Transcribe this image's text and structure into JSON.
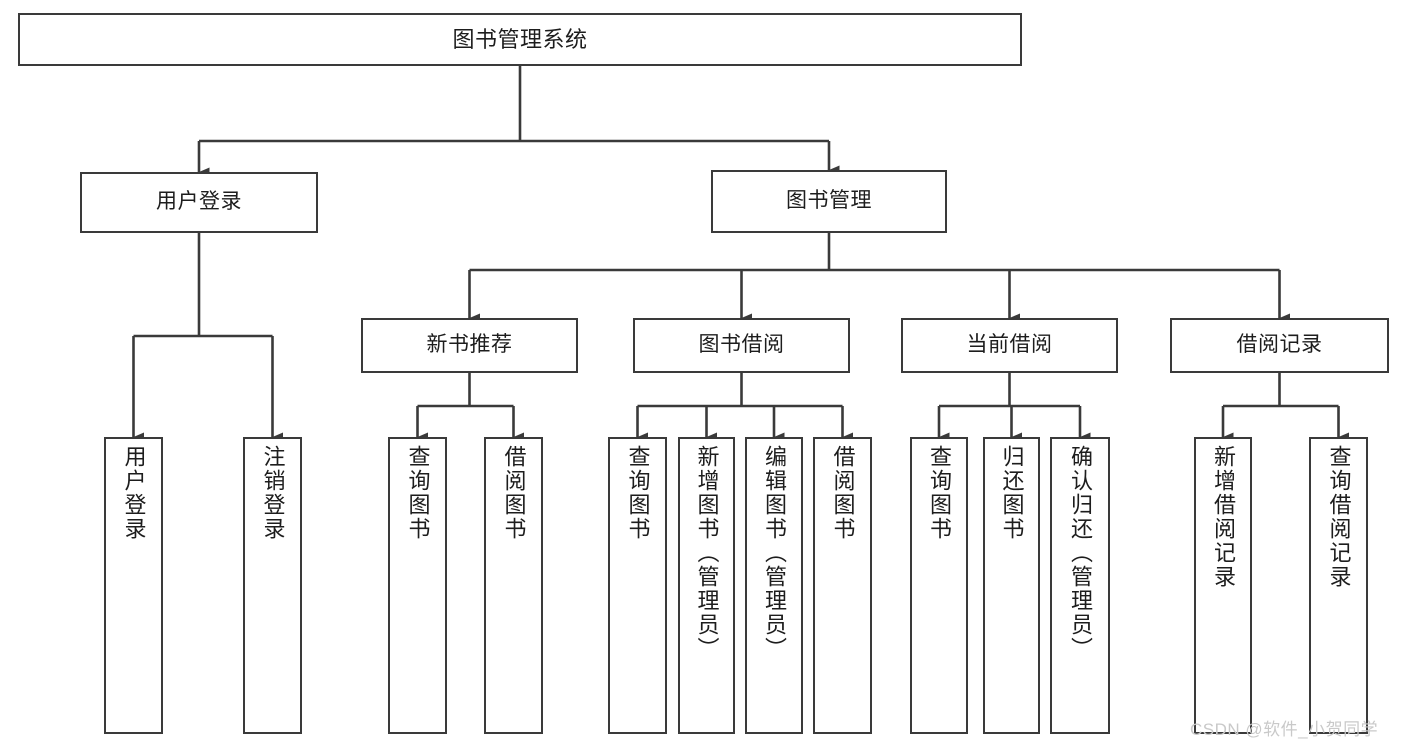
{
  "diagram": {
    "title": "图书管理系统",
    "type": "hierarchy-tree",
    "line_color": "#3a3a3a",
    "box_fill": "#ffffff",
    "text_color": "#1d1d1d",
    "watermark": {
      "text": "CSDN @软件_小贺同学",
      "color": "#c9c9c9"
    },
    "nodes": {
      "root": {
        "label": "图书管理系统",
        "level": 1
      },
      "l2_user_login": {
        "label": "用户登录",
        "level": 2
      },
      "l2_book_mgmt": {
        "label": "图书管理",
        "level": 2
      },
      "l3_new_book_rec": {
        "label": "新书推荐",
        "level": 3
      },
      "l3_book_borrow": {
        "label": "图书借阅",
        "level": 3
      },
      "l3_current_borrow": {
        "label": "当前借阅",
        "level": 3
      },
      "l3_borrow_record": {
        "label": "借阅记录",
        "level": 3
      },
      "leaf_user_login": {
        "label": "用户登录",
        "level": 4
      },
      "leaf_logout": {
        "label": "注销登录",
        "level": 4
      },
      "leaf_query_book_1": {
        "label": "查询图书",
        "level": 4
      },
      "leaf_borrow_book_1": {
        "label": "借阅图书",
        "level": 4
      },
      "leaf_query_book_2": {
        "label": "查询图书",
        "level": 4
      },
      "leaf_add_book_admin": {
        "label": "新增图书（管理员）",
        "level": 4
      },
      "leaf_edit_book_admin": {
        "label": "编辑图书（管理员）",
        "level": 4
      },
      "leaf_borrow_book_2": {
        "label": "借阅图书",
        "level": 4
      },
      "leaf_query_book_3": {
        "label": "查询图书",
        "level": 4
      },
      "leaf_return_book": {
        "label": "归还图书",
        "level": 4
      },
      "leaf_confirm_return_admin": {
        "label": "确认归还（管理员）",
        "level": 4
      },
      "leaf_add_borrow_record": {
        "label": "新增借阅记录",
        "level": 4
      },
      "leaf_query_borrow_record": {
        "label": "查询借阅记录",
        "level": 4
      }
    },
    "edges": [
      {
        "from": "root",
        "to": "l2_user_login"
      },
      {
        "from": "root",
        "to": "l2_book_mgmt"
      },
      {
        "from": "l2_user_login",
        "to": "leaf_user_login"
      },
      {
        "from": "l2_user_login",
        "to": "leaf_logout"
      },
      {
        "from": "l2_book_mgmt",
        "to": "l3_new_book_rec"
      },
      {
        "from": "l2_book_mgmt",
        "to": "l3_book_borrow"
      },
      {
        "from": "l2_book_mgmt",
        "to": "l3_current_borrow"
      },
      {
        "from": "l2_book_mgmt",
        "to": "l3_borrow_record"
      },
      {
        "from": "l3_new_book_rec",
        "to": "leaf_query_book_1"
      },
      {
        "from": "l3_new_book_rec",
        "to": "leaf_borrow_book_1"
      },
      {
        "from": "l3_book_borrow",
        "to": "leaf_query_book_2"
      },
      {
        "from": "l3_book_borrow",
        "to": "leaf_add_book_admin"
      },
      {
        "from": "l3_book_borrow",
        "to": "leaf_edit_book_admin"
      },
      {
        "from": "l3_book_borrow",
        "to": "leaf_borrow_book_2"
      },
      {
        "from": "l3_current_borrow",
        "to": "leaf_query_book_3"
      },
      {
        "from": "l3_current_borrow",
        "to": "leaf_return_book"
      },
      {
        "from": "l3_current_borrow",
        "to": "leaf_confirm_return_admin"
      },
      {
        "from": "l3_borrow_record",
        "to": "leaf_add_borrow_record"
      },
      {
        "from": "l3_borrow_record",
        "to": "leaf_query_borrow_record"
      }
    ]
  }
}
